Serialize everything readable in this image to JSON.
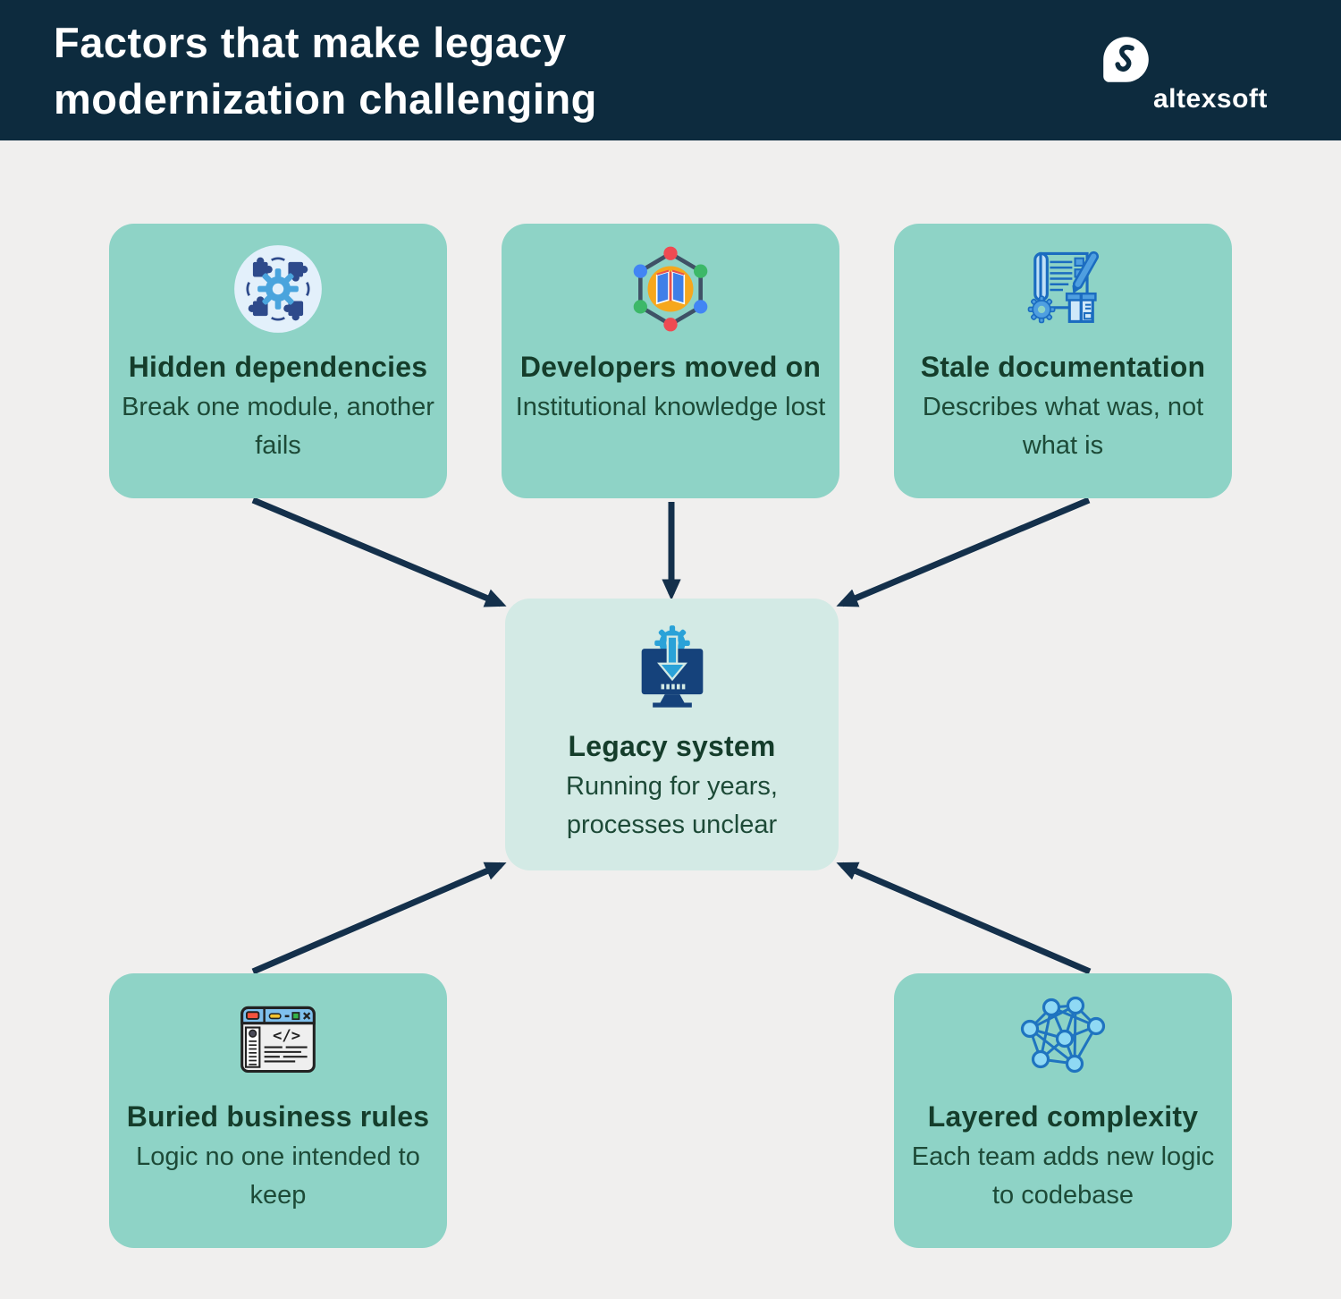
{
  "header": {
    "title": "Factors that make legacy\nmodernization challenging",
    "brand": "altexsoft",
    "bg_color": "#0d2b3e"
  },
  "colors": {
    "background": "#f0efee",
    "card": "#8ed3c6",
    "center_card": "#d3eae5",
    "heading_text": "#153d2b",
    "body_text": "#1d4a37",
    "arrow": "#14304b"
  },
  "cards": [
    {
      "id": "hidden-dependencies",
      "title": "Hidden dependencies",
      "subtitle": "Break one module, another fails",
      "icon": "puzzle-sync-gear-icon"
    },
    {
      "id": "developers-moved-on",
      "title": "Developers moved on",
      "subtitle": "Institutional knowledge lost",
      "icon": "knowledge-network-icon"
    },
    {
      "id": "stale-documentation",
      "title": "Stale documentation",
      "subtitle": "Describes what was, not what is",
      "icon": "document-pencil-gear-icon"
    },
    {
      "id": "legacy-system",
      "title": "Legacy system",
      "subtitle": "Running for years, processes unclear",
      "icon": "legacy-monitor-icon"
    },
    {
      "id": "buried-business-rules",
      "title": "Buried business rules",
      "subtitle": "Logic no one intended to keep",
      "icon": "browser-code-icon"
    },
    {
      "id": "layered-complexity",
      "title": "Layered complexity",
      "subtitle": "Each team adds new logic to codebase",
      "icon": "network-graph-icon"
    }
  ],
  "connections": [
    {
      "from": "hidden-dependencies",
      "to": "legacy-system"
    },
    {
      "from": "developers-moved-on",
      "to": "legacy-system"
    },
    {
      "from": "stale-documentation",
      "to": "legacy-system"
    },
    {
      "from": "buried-business-rules",
      "to": "legacy-system"
    },
    {
      "from": "layered-complexity",
      "to": "legacy-system"
    }
  ]
}
